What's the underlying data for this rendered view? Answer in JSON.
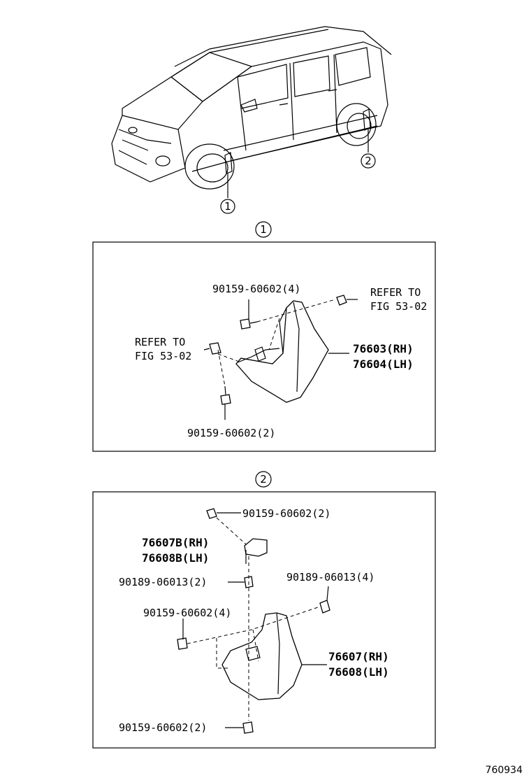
{
  "overview": {
    "callout_1": "1",
    "callout_2": "2"
  },
  "panel1": {
    "header": "1",
    "bolt_top": "90159-60602(4)",
    "refer_right_line1": "REFER TO",
    "refer_right_line2": "FIG 53-02",
    "refer_left_line1": "REFER TO",
    "refer_left_line2": "FIG 53-02",
    "mudguard_rh": "76603(RH)",
    "mudguard_lh": "76604(LH)",
    "bolt_bottom": "90159-60602(2)"
  },
  "panel2": {
    "header": "2",
    "bolt_top": "90159-60602(2)",
    "bracket_rh": "76607B(RH)",
    "bracket_lh": "76608B(LH)",
    "nut_left": "90189-06013(2)",
    "nut_right": "90189-06013(4)",
    "bolt_mid": "90159-60602(4)",
    "mudguard_rh": "76607(RH)",
    "mudguard_lh": "76608(LH)",
    "bolt_bottom": "90159-60602(2)"
  },
  "figure_number": "760934"
}
